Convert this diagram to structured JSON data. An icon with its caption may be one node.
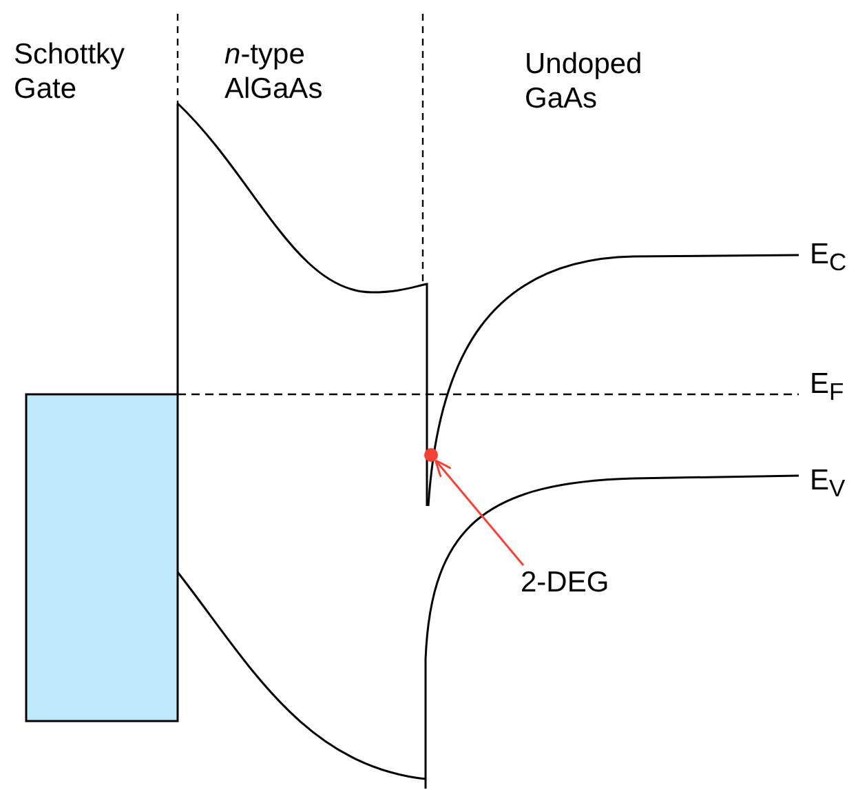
{
  "diagram": {
    "nodes": [
      {
        "text": [
          "2-DEG"
        ]
      },
      {
        "text": [],
        "shape": "circle"
      }
    ],
    "edges": [
      {
        "from": 0,
        "to": 1,
        "arrow": "to",
        "color": "#f44336"
      }
    ],
    "labels": [
      "Schottky Gate",
      "*n*-type AlGaAs",
      "Undoped GaAs",
      "E$_{C}$",
      "E$_{F}$",
      "E$_{V}$"
    ]
  }
}
